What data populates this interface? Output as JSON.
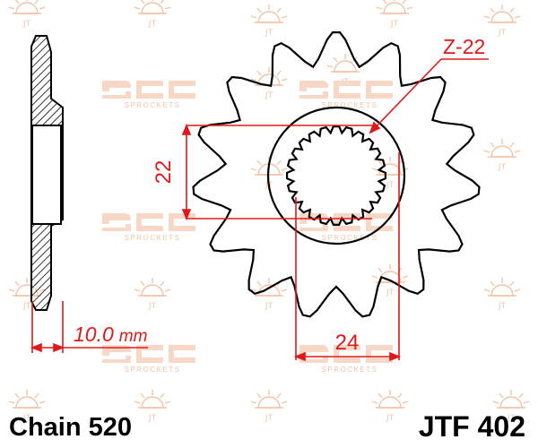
{
  "tooth_label": "Z-22",
  "bore_dimension": "22",
  "spline_dimension": "24",
  "thickness_value": "10.0",
  "thickness_unit": "mm",
  "watermark_text": "SPROCKETS",
  "chain_label": "Chain 520",
  "part_number": "JTF 402",
  "colors": {
    "dimension": "#e01818",
    "outline": "#000000",
    "hatch": "#000000",
    "watermark": "#f2c4a8"
  }
}
